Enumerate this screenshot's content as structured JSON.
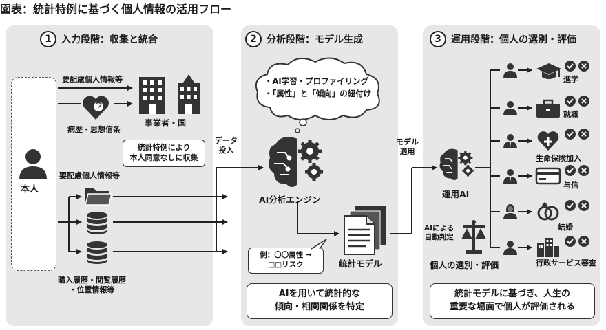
{
  "title": "図表：統計特例に基づく個人情報の活用フロー",
  "panel1": {
    "number": "1",
    "heading": "入力段階：収集と統合",
    "person_label": "本人",
    "label_sensitive_top": "要配慮個人情報等",
    "label_medical": "病歴・思想信条",
    "label_business": "事業者・国",
    "callout_line1": "統計特例により",
    "callout_line2": "本人同意なしに収集",
    "label_sensitive_mid": "要配慮個人情報等",
    "label_history_line1": "購入履歴・閲覧履歴",
    "label_history_line2": "・位置情報等"
  },
  "label_data_input_line1": "データ",
  "label_data_input_line2": "投入",
  "panel2": {
    "number": "2",
    "heading": "分析段階：モデル生成",
    "cloud_line1": "・AI学習・プロファイリング",
    "cloud_line2": "・「属性」と「傾向」の紐付け",
    "engine_label": "AI分析エンジン",
    "model_label": "統計モデル",
    "example_line1": "例：〇〇属性 →",
    "example_line2": "□□リスク",
    "bottom_line1": "AIを用いて統計的な",
    "bottom_line2": "傾向・相関関係を特定"
  },
  "label_model_apply_line1": "モデル",
  "label_model_apply_line2": "適用",
  "panel3": {
    "number": "3",
    "heading": "運用段階：個人の選別・評価",
    "ai_label": "運用AI",
    "judgement_line1": "AIによる",
    "judgement_line2": "自動判定",
    "selection_label": "個人の選別・評価",
    "outcomes": [
      "進学",
      "就職",
      "生命保険加入",
      "与信",
      "結婚",
      "行政サービス審査"
    ],
    "bottom_line1": "統計モデルに基づき、人生の",
    "bottom_line2": "重要な場面で個人が評価される"
  }
}
